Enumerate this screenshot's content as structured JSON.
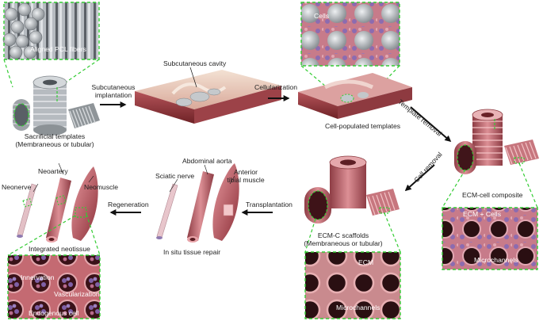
{
  "labels": {
    "aligned_pcl": "Aligned PCL fibers",
    "sacrificial_1": "Sacrificial templates",
    "sacrificial_2": "(Membraneous or tubular)",
    "subcut_1": "Subcutaneous",
    "subcut_2": "implantation",
    "subcut_cavity": "Subcutaneous cavity",
    "cellularization": "Cellularization",
    "cells": "Cells",
    "cell_populated": "Cell-populated templates",
    "template_removal": "Template removal",
    "ecm_cell_composite": "ECM-cell composite",
    "ecm_plus_cells": "ECM + Cells",
    "microchannels_right": "Microchannels",
    "cell_removal": "Cell removal",
    "ecmc_1": "ECM-C scaffolds",
    "ecmc_2": "(Membraneous or tubular)",
    "ecm": "ECM",
    "microchannels_mid": "Microchannels",
    "transplantation": "Transplantation",
    "abdominal_aorta": "Abdominal aorta",
    "sciatic_nerve": "Sciatic nerve",
    "anterior_1": "Anterior",
    "anterior_2": "tibial muscle",
    "in_situ": "In situ tissue repair",
    "regeneration": "Regeneration",
    "neoartery": "Neoartery",
    "neonerve": "Neonerve",
    "neomuscle": "Neomuscle",
    "integrated": "Integrated neotissue",
    "innervation": "Innervation",
    "vascularization": "Vascularization",
    "endogenous": "Endogenous cell"
  },
  "colors": {
    "dashed_green": "#33cc33",
    "tissue_pink": "#d98a8f",
    "tissue_dark": "#8c3a3c",
    "fiber_gray": "#a9aeb3",
    "arrow_black": "#111111"
  }
}
